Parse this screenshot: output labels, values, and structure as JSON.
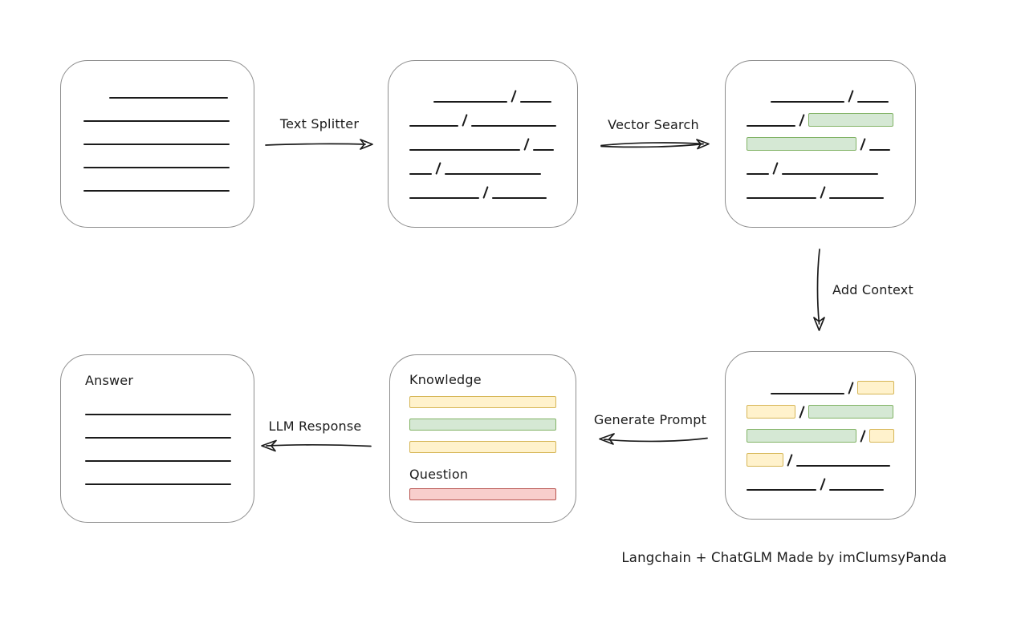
{
  "colors": {
    "line": "#1b1b1b",
    "box_border": "#8d8d8d",
    "green_fill": "#d5e8d4",
    "green_border": "#82b366",
    "yellow_fill": "#fff2cc",
    "yellow_border": "#d6b656",
    "red_fill": "#f8cecc",
    "red_border": "#b85450"
  },
  "nodes": {
    "source_document": {
      "lines": [
        {
          "w": 148,
          "indent": 32
        },
        {
          "w": 182
        },
        {
          "w": 182
        },
        {
          "w": 182
        },
        {
          "w": 182
        }
      ]
    },
    "answer_document": {
      "title": "Answer",
      "lines": [
        {
          "w": 182
        },
        {
          "w": 182
        },
        {
          "w": 182
        },
        {
          "w": 182
        }
      ]
    },
    "prompt": {
      "knowledge_label": "Knowledge",
      "question_label": "Question",
      "knowledge_bars": [
        "yellow",
        "green",
        "yellow"
      ],
      "question_bars": [
        "red"
      ]
    }
  },
  "chunks": {
    "split_document": [
      [
        {
          "kind": "line",
          "w": 92,
          "indent": 30
        },
        {
          "kind": "line",
          "w": 39
        }
      ],
      [
        {
          "kind": "line",
          "w": 61
        },
        {
          "kind": "line",
          "w": 106
        }
      ],
      [
        {
          "kind": "line",
          "w": 138
        },
        {
          "kind": "line",
          "w": 26
        }
      ],
      [
        {
          "kind": "line",
          "w": 28
        },
        {
          "kind": "line",
          "w": 120
        }
      ],
      [
        {
          "kind": "line",
          "w": 87
        },
        {
          "kind": "line",
          "w": 68
        }
      ]
    ],
    "retrieved_document": [
      [
        {
          "kind": "line",
          "w": 92,
          "indent": 30
        },
        {
          "kind": "line",
          "w": 39
        }
      ],
      [
        {
          "kind": "line",
          "w": 61
        },
        {
          "kind": "green",
          "w": 106
        }
      ],
      [
        {
          "kind": "green",
          "w": 137
        },
        {
          "kind": "line",
          "w": 26
        }
      ],
      [
        {
          "kind": "line",
          "w": 28
        },
        {
          "kind": "line",
          "w": 120
        }
      ],
      [
        {
          "kind": "line",
          "w": 87
        },
        {
          "kind": "line",
          "w": 68
        }
      ]
    ],
    "context_document": [
      [
        {
          "kind": "line",
          "w": 92,
          "indent": 30
        },
        {
          "kind": "yellow",
          "w": 46
        }
      ],
      [
        {
          "kind": "yellow",
          "w": 61
        },
        {
          "kind": "green",
          "w": 106
        }
      ],
      [
        {
          "kind": "green",
          "w": 137
        },
        {
          "kind": "yellow",
          "w": 31
        }
      ],
      [
        {
          "kind": "yellow",
          "w": 46
        },
        {
          "kind": "line",
          "w": 117
        }
      ],
      [
        {
          "kind": "line",
          "w": 87
        },
        {
          "kind": "line",
          "w": 68
        }
      ]
    ]
  },
  "arrows": {
    "text_splitter": {
      "label": "Text Splitter",
      "direction": "right"
    },
    "vector_search": {
      "label": "Vector Search",
      "direction": "right"
    },
    "add_context": {
      "label": "Add Context",
      "direction": "down"
    },
    "generate_prompt": {
      "label": "Generate Prompt",
      "direction": "left"
    },
    "llm_response": {
      "label": "LLM Response",
      "direction": "left"
    }
  },
  "footer": {
    "credit": "Langchain + ChatGLM Made by imClumsyPanda"
  }
}
